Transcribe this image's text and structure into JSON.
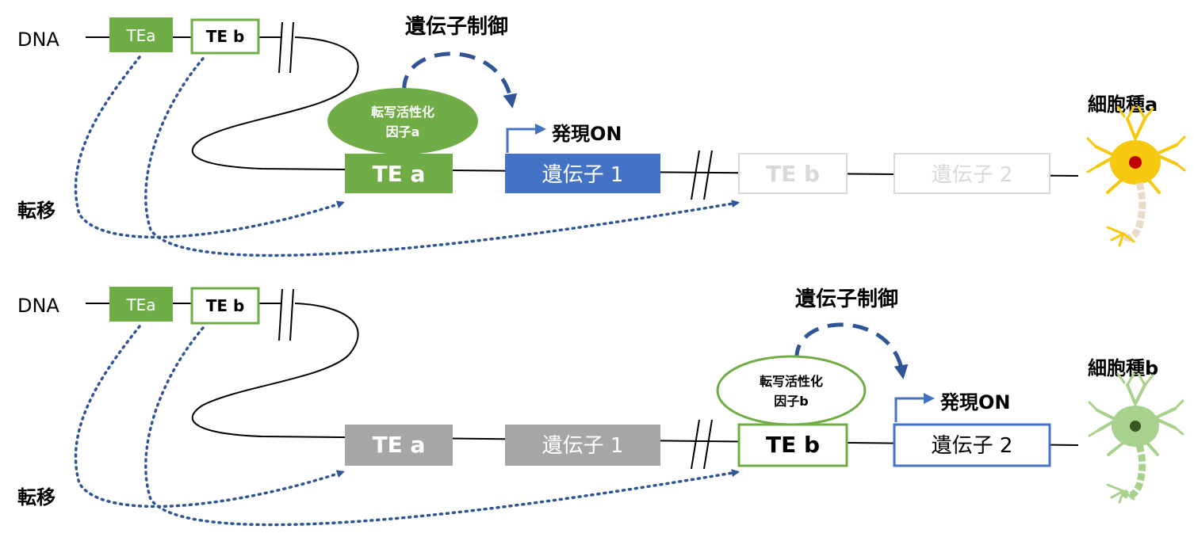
{
  "panel_a": {
    "dna_label": "DNA",
    "te_a_small": "TEa",
    "te_b_small": "TE b",
    "gene_control_label": "遺伝子制御",
    "factor_line1": "転写活性化",
    "factor_line2": "因子a",
    "expression_label": "発現ON",
    "te_a_box": "TE a",
    "gene1_box": "遺伝子 1",
    "te_b_box": "TE b",
    "gene2_box": "遺伝子 2",
    "cell_label": "細胞種a",
    "transposition_label": "転移"
  },
  "panel_b": {
    "dna_label": "DNA",
    "te_a_small": "TEa",
    "te_b_small": "TE b",
    "gene_control_label": "遺伝子制御",
    "factor_line1": "転写活性化",
    "factor_line2": "因子b",
    "expression_label": "発現ON",
    "te_a_box": "TE a",
    "gene1_box": "遺伝子 1",
    "te_b_box": "TE b",
    "gene2_box": "遺伝子 2",
    "cell_label": "細胞種b",
    "transposition_label": "転移"
  },
  "colors": {
    "te_green": "#70ad47",
    "gene_blue": "#4472c4",
    "inactive_gray": "#a6a6a6",
    "faded_gray": "#d9d9d9",
    "dotted_blue": "#2f5597",
    "neuron_yellow": "#f6c90e",
    "neuron_red": "#c00000",
    "neuron_green": "#a9d18e",
    "neuron_dark_green": "#375623"
  }
}
